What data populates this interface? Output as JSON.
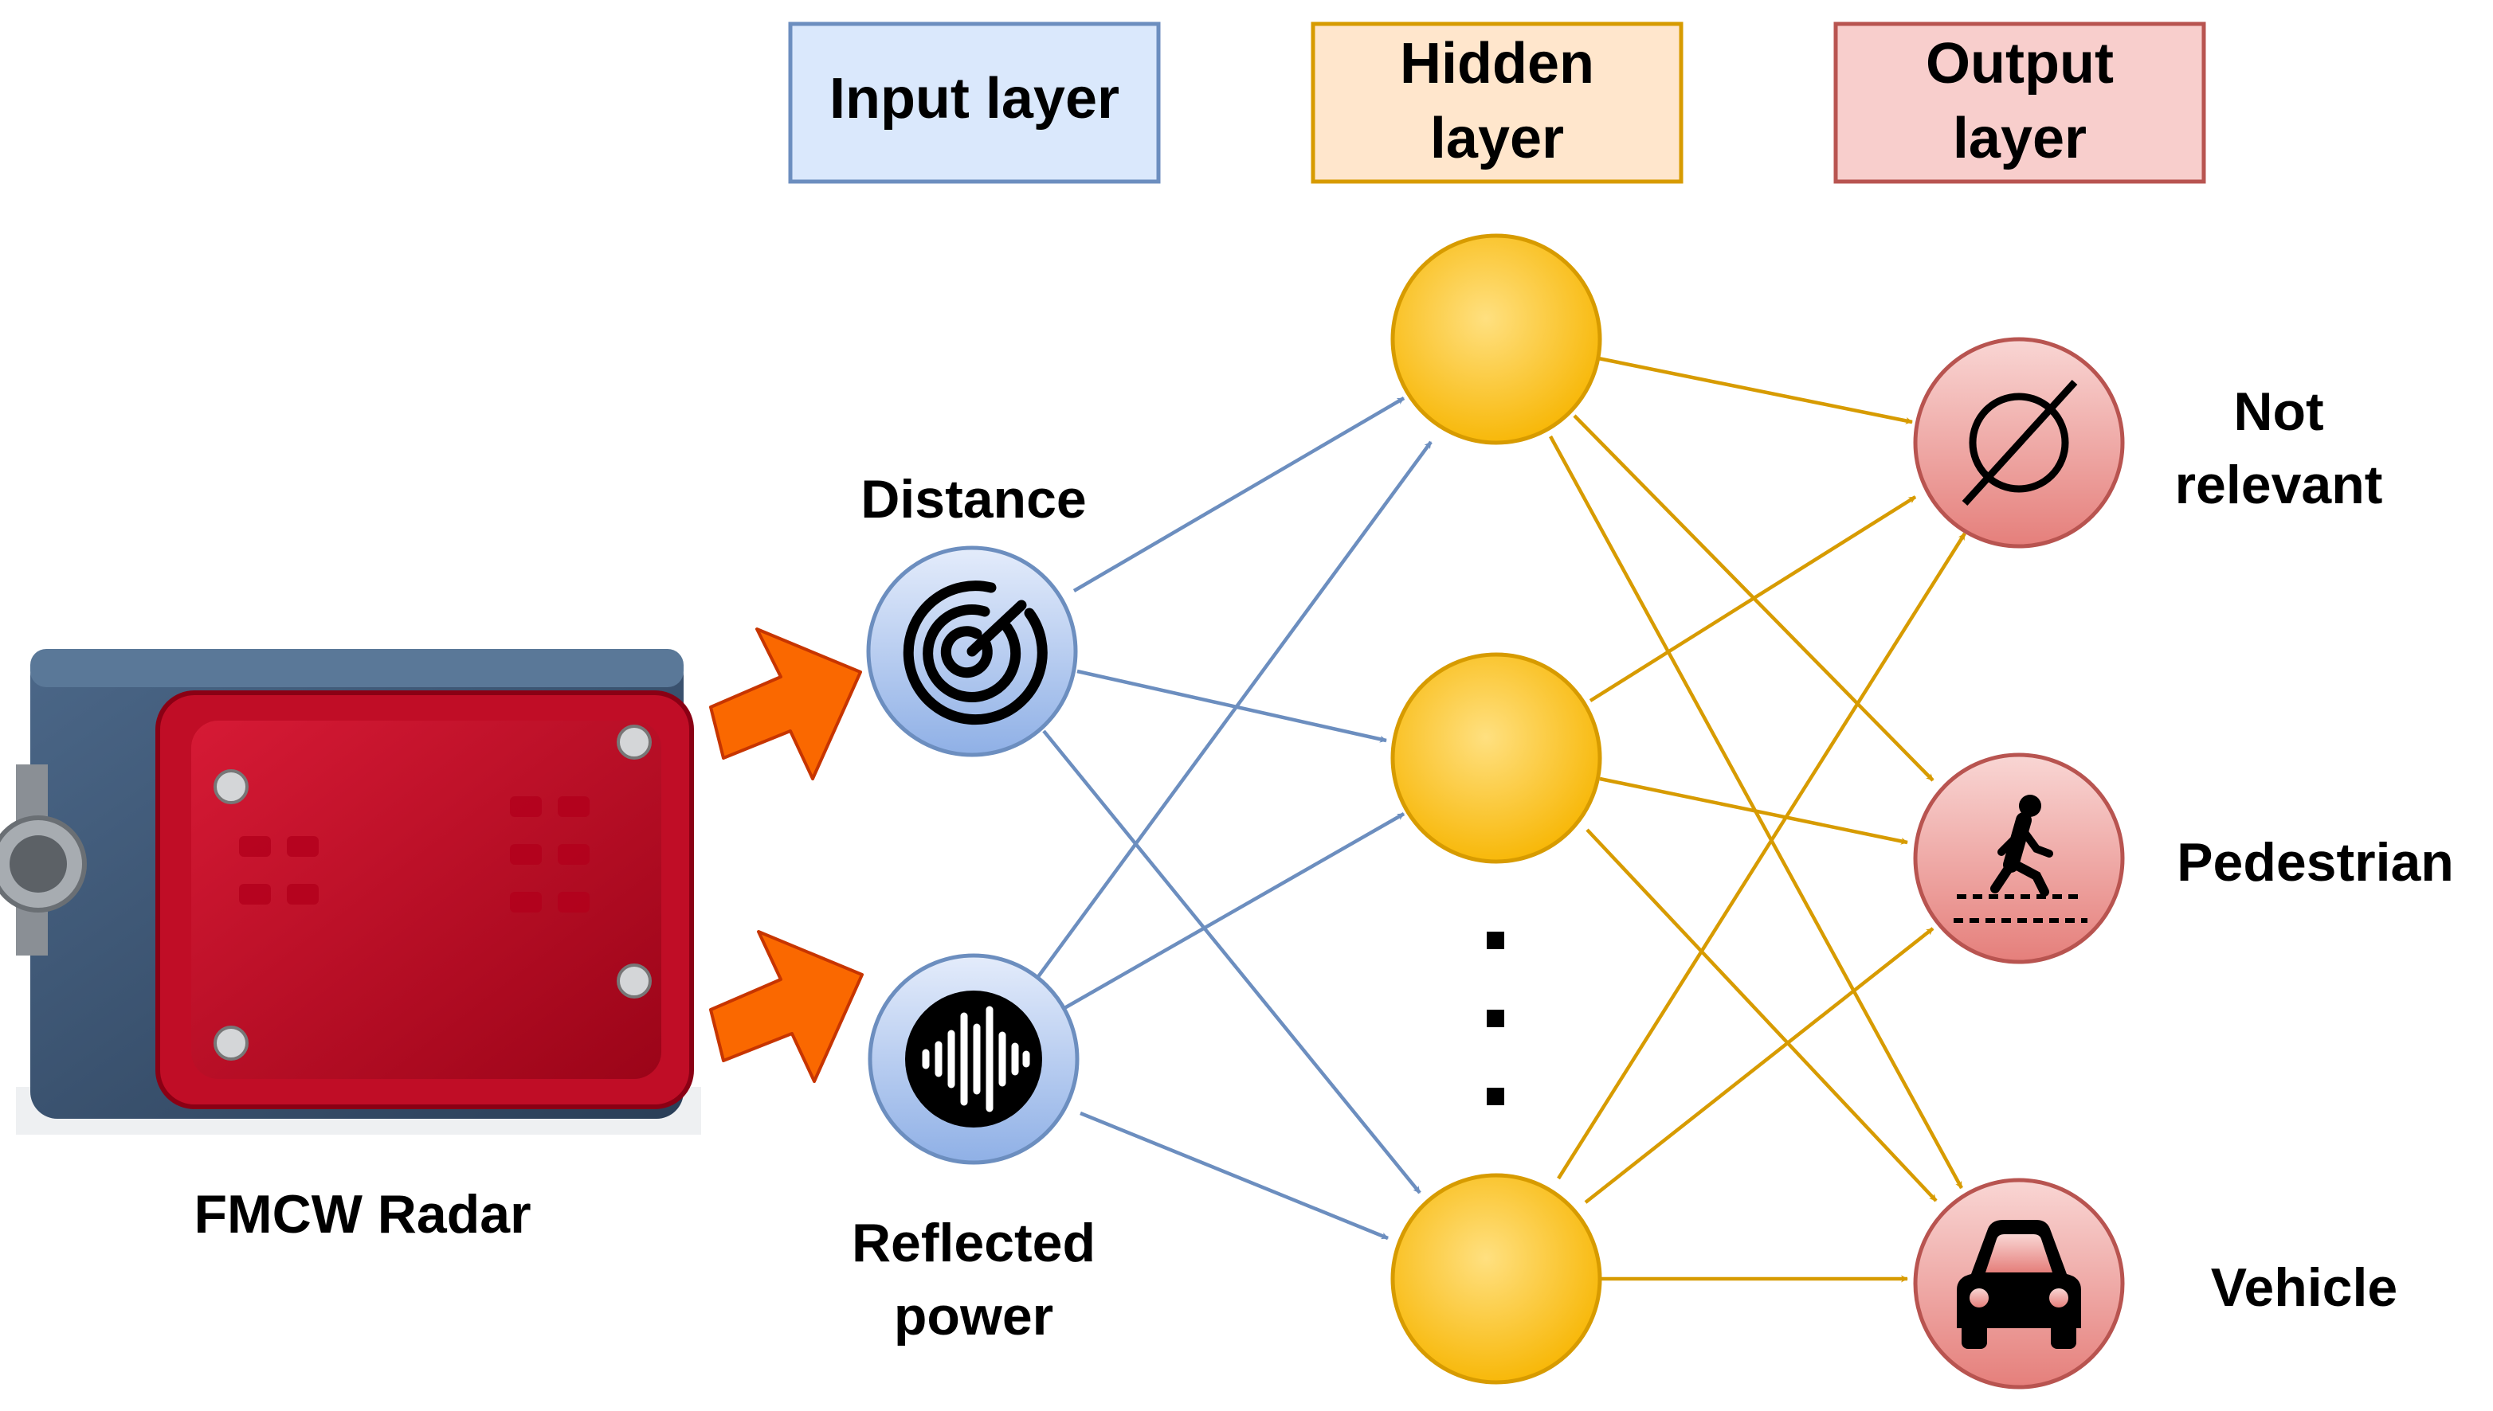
{
  "layers": {
    "input": {
      "label": "Input layer",
      "fill": "#dae8fc",
      "stroke": "#6c8ebf"
    },
    "hidden": {
      "label_line1": "Hidden",
      "label_line2": "layer",
      "fill": "#ffe6cc",
      "stroke": "#d79b00"
    },
    "output": {
      "label_line1": "Output",
      "label_line2": "layer",
      "fill": "#f8cecc",
      "stroke": "#b85450"
    }
  },
  "sensor": {
    "label": "FMCW Radar",
    "icon": "fmcw-radar-photo"
  },
  "inputs": [
    {
      "label_line1": "Distance",
      "label_line2": "",
      "icon": "radar-icon"
    },
    {
      "label_line1": "Reflected",
      "label_line2": "power",
      "icon": "waveform-icon"
    }
  ],
  "hidden_ellipsis": "⋮",
  "outputs": [
    {
      "label_line1": "Not",
      "label_line2": "relevant",
      "icon": "empty-set-icon"
    },
    {
      "label_line1": "Pedestrian",
      "label_line2": "",
      "icon": "pedestrian-icon"
    },
    {
      "label_line1": "Vehicle",
      "label_line2": "",
      "icon": "car-icon"
    }
  ],
  "colors": {
    "input_edge": "#6c8ebf",
    "hidden_edge": "#d79b00",
    "arrow_orange": "#fa6800",
    "hidden_node": "#ffc21f",
    "output_node": "#f19c99",
    "input_node": "#b9cdf0"
  }
}
